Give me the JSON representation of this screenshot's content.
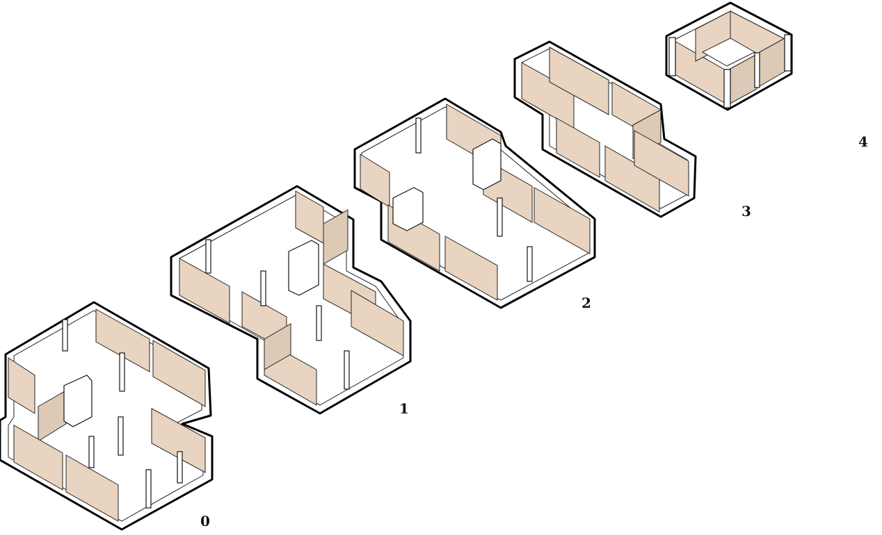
{
  "floors": [
    {
      "label": "0"
    },
    {
      "label": "1"
    },
    {
      "label": "2"
    },
    {
      "label": "3"
    },
    {
      "label": "4"
    }
  ],
  "colors": {
    "panel": "#e8d4c0",
    "panel_dark": "#dccab6",
    "outline": "#000000"
  }
}
